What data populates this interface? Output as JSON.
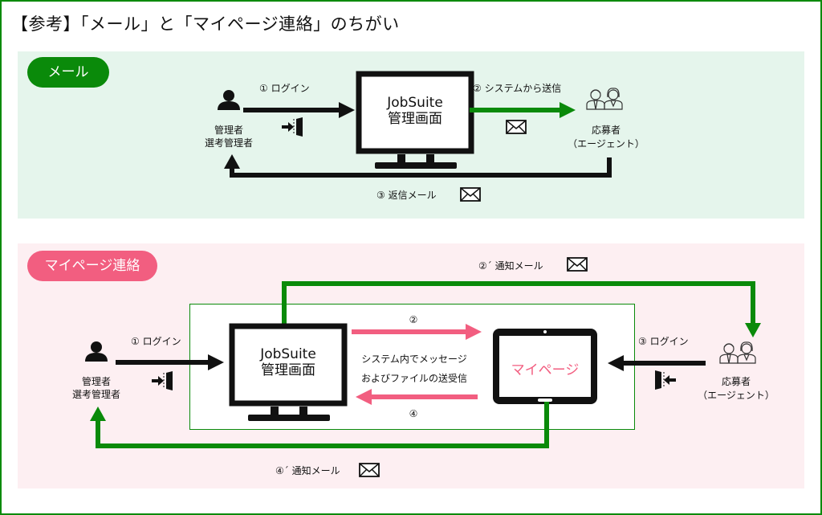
{
  "title": "【参考】「メール」と「マイページ連絡」のちがい",
  "colors": {
    "green": "#0a8a0a",
    "pink": "#f25e80",
    "black": "#111111",
    "mail_bg": "#e5f5ec",
    "mypage_bg": "#fdeff2"
  },
  "mail_section": {
    "pill": "メール",
    "admin_label_1": "管理者",
    "admin_label_2": "選考管理者",
    "step1": "① ログイン",
    "system_name": "JobSuite",
    "system_sub": "管理画面",
    "step2": "② システムから送信",
    "applicant_label_1": "応募者",
    "applicant_label_2": "（エージェント）",
    "step3": "③ 返信メール"
  },
  "mypage_section": {
    "pill": "マイページ連絡",
    "admin_label_1": "管理者",
    "admin_label_2": "選考管理者",
    "step1": "① ログイン",
    "system_name": "JobSuite",
    "system_sub": "管理画面",
    "step2": "②",
    "middle_text_1": "システム内でメッセージ",
    "middle_text_2": "およびファイルの送受信",
    "step4": "④",
    "mypage_label": "マイページ",
    "step2_notice": "②´ 通知メール",
    "step3": "③ ログイン",
    "applicant_label_1": "応募者",
    "applicant_label_2": "（エージェント）",
    "step4_notice": "④´ 通知メール"
  }
}
